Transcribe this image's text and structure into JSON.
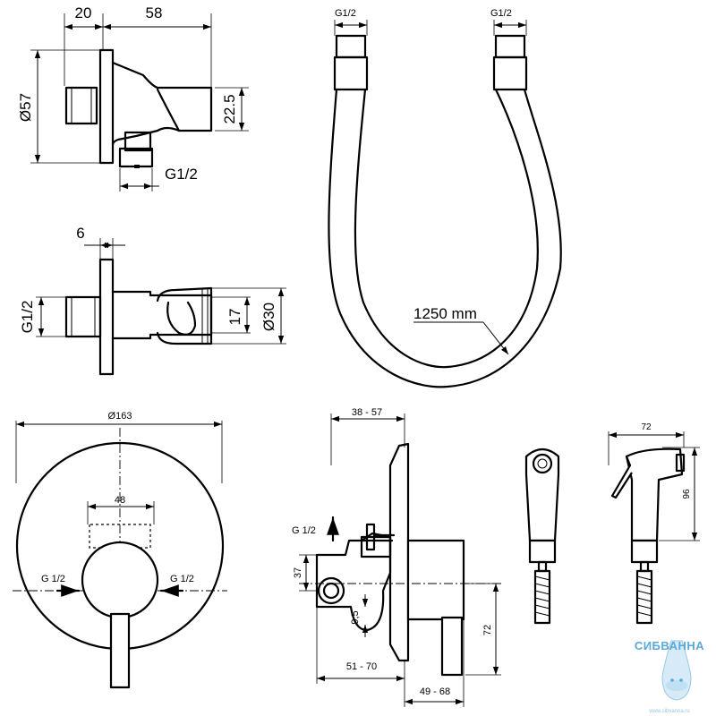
{
  "holder_side_view": {
    "dim_width_a": "20",
    "dim_width_b": "58",
    "dim_diameter": "Ø57",
    "dim_height": "22.5",
    "thread_label": "G1/2"
  },
  "holder_top_view": {
    "dim_plate": "6",
    "thread_label": "G1/2",
    "dim_inner": "17",
    "dim_outer": "Ø30"
  },
  "hose": {
    "thread_left": "G1/2",
    "thread_right": "G1/2",
    "length_label": "1250 mm"
  },
  "mixer_front_view": {
    "dim_diameter": "Ø163",
    "dim_body": "48",
    "inlet_left": "G 1/2",
    "inlet_right": "G 1/2"
  },
  "mixer_section_view": {
    "dim_depth_top": "38 - 57",
    "outlet_label": "G 1/2",
    "dim_offset": "37",
    "dim_small": "9,5",
    "dim_handle": "72",
    "dim_depth_mid": "51 - 70",
    "dim_depth_bottom": "49 - 68"
  },
  "handset": {
    "dim_length": "72",
    "dim_height": "96"
  },
  "watermark": {
    "brand": "СИБВАННА",
    "url": "www.sibvanna.ru"
  }
}
